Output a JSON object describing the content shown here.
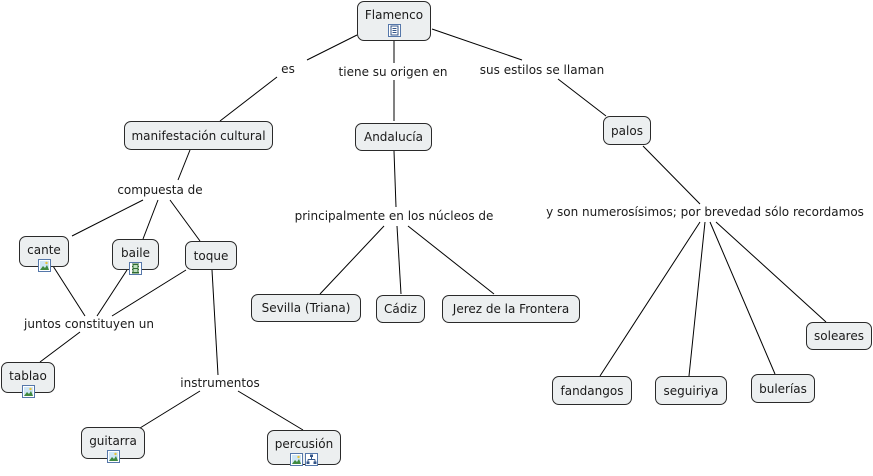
{
  "nodes": {
    "flamenco": "Flamenco",
    "manifestacion": "manifestación cultural",
    "andalucia": "Andalucía",
    "palos": "palos",
    "cante": "cante",
    "baile": "baile",
    "toque": "toque",
    "tablao": "tablao",
    "guitarra": "guitarra",
    "percusion": "percusión",
    "sevilla": "Sevilla (Triana)",
    "cadiz": "Cádiz",
    "jerez": "Jerez de la Frontera",
    "fandangos": "fandangos",
    "seguiriya": "seguiriya",
    "bulerias": "bulerías",
    "soleares": "soleares"
  },
  "linking_phrases": {
    "es": "es",
    "origen": "tiene su origen en",
    "estilos": "sus estilos se llaman",
    "compuesta": "compuesta de",
    "juntos": "juntos constituyen un",
    "instrumentos": "instrumentos",
    "nucleos": "principalmente en los núcleos de",
    "numerosos": "y son numerosísimos; por brevedad sólo recordamos"
  },
  "attachments": {
    "flamenco": [
      "document-icon"
    ],
    "cante": [
      "image-icon"
    ],
    "baile": [
      "video-icon"
    ],
    "tablao": [
      "image-icon"
    ],
    "guitarra": [
      "image-icon"
    ],
    "percusion": [
      "image-icon",
      "concept-map-icon"
    ]
  },
  "colors": {
    "node_fill": "#eceff0",
    "node_border": "#2a2a2a",
    "icon_border": "#5577aa"
  }
}
